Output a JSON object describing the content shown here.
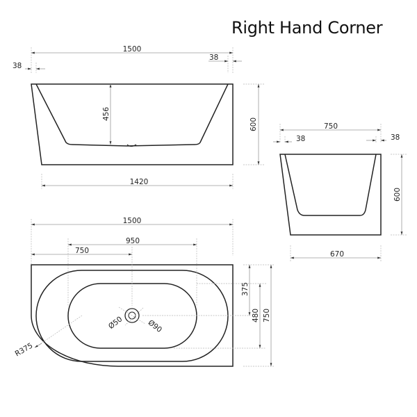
{
  "title": "Right Hand Corner",
  "views": {
    "side": {
      "overall_length": "1500",
      "rim_left": "38",
      "rim_right": "38",
      "inner_depth": "456",
      "height": "600",
      "base_length": "1420"
    },
    "end": {
      "overall_width": "750",
      "rim_left": "38",
      "rim_right": "38",
      "height": "600",
      "base_width": "670"
    },
    "top": {
      "overall_length": "1500",
      "inner_length": "950",
      "drain_offset": "750",
      "drain_from_top": "375",
      "inner_width": "480",
      "overall_width": "750",
      "drain_diameter": "Ø50",
      "outer_drain_diameter": "Ø90",
      "corner_radius": "R375"
    }
  },
  "colors": {
    "line": "#222222",
    "dimension": "#9a9a9a",
    "background": "#ffffff"
  }
}
